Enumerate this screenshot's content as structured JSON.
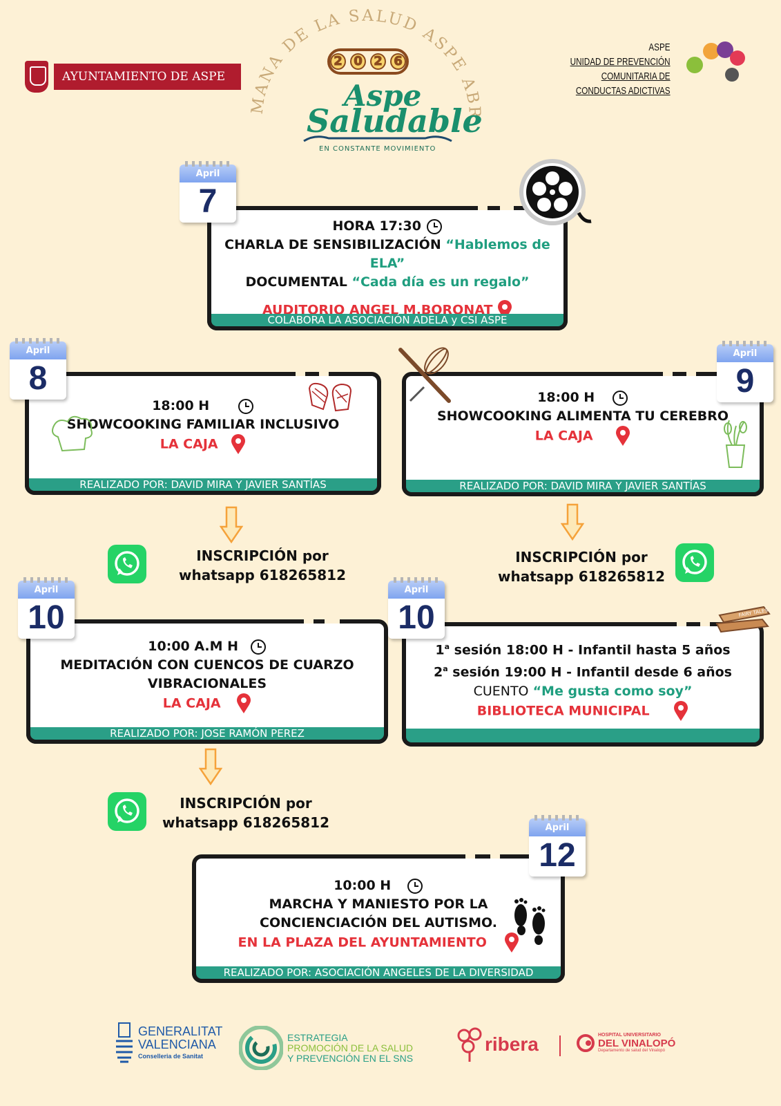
{
  "header": {
    "ayuntamiento": "AYUNTAMIENTO DE ASPE",
    "arc_title": "SEMANA DE LA SALUD ASPE ABRIL",
    "year_digits": [
      "2",
      "0",
      "2",
      "6"
    ],
    "brand_line1": "Aspe",
    "brand_line2": "Saludable",
    "brand_sub": "EN CONSTANTE MOVIMIENTO",
    "upcca_line1": "ASPE",
    "upcca_line2": "UNIDAD DE PREVENCIÓN COMUNITARIA DE",
    "upcca_line3": "CONDUCTAS ADICTIVAS"
  },
  "events": {
    "e7": {
      "month": "April",
      "day": "7",
      "time": "HORA 17:30",
      "line1_prefix": "CHARLA DE SENSIBILIZACIÓN ",
      "line1_title": "“Hablemos de ELA”",
      "line2_prefix": "DOCUMENTAL ",
      "line2_title": "“Cada día es un regalo”",
      "place": "AUDITORIO ANGEL M.BORONAT",
      "footer": "COLABORA LA ASOCIACIÓN ADELA  y CSI ASPE"
    },
    "e8": {
      "month": "April",
      "day": "8",
      "time": "18:00 H",
      "title": "SHOWCOOKING FAMILIAR INCLUSIVO",
      "place": "LA CAJA",
      "footer": "REALIZADO POR: DAVID MIRA Y JAVIER SANTÍAS"
    },
    "e9": {
      "month": "April",
      "day": "9",
      "time": "18:00 H",
      "title": "SHOWCOOKING ALIMENTA TU CEREBRO",
      "place": "LA CAJA",
      "footer": "REALIZADO POR: DAVID MIRA Y JAVIER SANTÍAS"
    },
    "e10a": {
      "month": "April",
      "day": "10",
      "time": "10:00 A.M H",
      "title1": "MEDITACIÓN CON CUENCOS DE CUARZO",
      "title2": "VIBRACIONALES",
      "place": "LA CAJA",
      "footer": "REALIZADO POR: JOSE RAMÓN PEREZ"
    },
    "e10b": {
      "month": "April",
      "day": "10",
      "session1_num": "1",
      "session1_sup": "a",
      "session1_text": " sesión 18:00 H - Infantil hasta 5 años",
      "session2_num": "2",
      "session2_sup": "a",
      "session2_text": " sesión 19:00 H - Infantil desde 6 años",
      "cuento_prefix": "CUENTO ",
      "cuento_title": "“Me gusta como soy”",
      "place": "BIBLIOTECA MUNICIPAL",
      "book_label": "FAIRY TALES"
    },
    "e12": {
      "month": "April",
      "day": "12",
      "time": "10:00 H",
      "title1": "MARCHA Y MANIESTO  POR LA",
      "title2": "CONCIENCIACIÓN DEL AUTISMO.",
      "place": "EN LA PLAZA DEL AYUNTAMIENTO",
      "footer": "REALIZADO POR:  ASOCIACIÓN ANGELES DE LA DIVERSIDAD"
    }
  },
  "inscripcion": {
    "line1": "INSCRIPCIÓN por",
    "line2": "whatsapp 618265812"
  },
  "footer": {
    "gv_line1": "GENERALITAT",
    "gv_line2": "VALENCIANA",
    "gv_line3": "Conselleria de Sanitat",
    "est_line1": "ESTRATEGIA",
    "est_line2": "PROMOCIÓN DE LA SALUD",
    "est_line3": "Y PREVENCIÓN EN EL SNS",
    "ribera": "ribera",
    "hosp_line1": "HOSPITAL UNIVERSITARIO",
    "hosp_line2": "DEL VINALOPÓ",
    "hosp_line3": "Departamento de salud del Vinalopó"
  },
  "colors": {
    "background": "#fdf1d6",
    "teal": "#2a9f87",
    "red": "#e5323a",
    "navy": "#1b2c66",
    "green_text": "#1f9e7f"
  }
}
